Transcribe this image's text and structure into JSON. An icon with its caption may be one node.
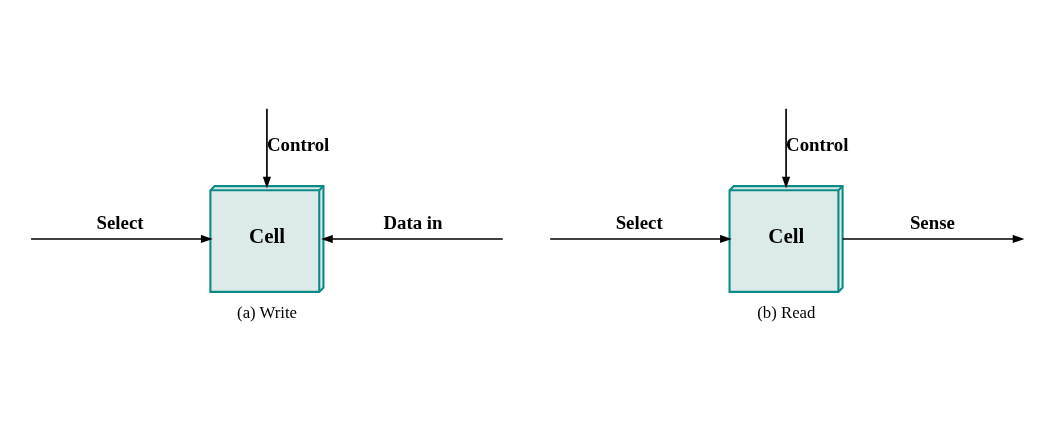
{
  "diagram": {
    "nodes": [
      {
        "text": [
          "Cell"
        ],
        "beside": [
          "(a) Write"
        ]
      },
      {
        "text": [
          "Cell"
        ],
        "beside": [
          "(b) Read"
        ]
      }
    ],
    "edges": [
      {
        "from": null,
        "to": 0,
        "arrow": "to",
        "label": "Data in"
      },
      {
        "from": null,
        "to": 0,
        "arrow": "to",
        "label": "Select"
      },
      {
        "from": null,
        "to": 0,
        "arrow": "to",
        "label": "Control"
      },
      {
        "from": 1,
        "to": null,
        "arrow": "to",
        "label": "Sense"
      },
      {
        "from": null,
        "to": 1,
        "arrow": "to",
        "label": "Select"
      },
      {
        "from": null,
        "to": 1,
        "arrow": "to",
        "label": "Control"
      }
    ]
  }
}
